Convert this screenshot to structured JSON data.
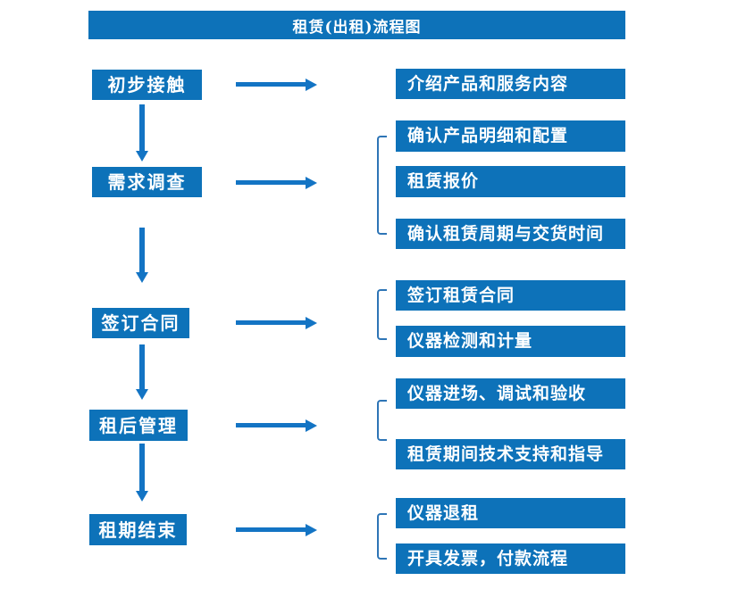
{
  "title": "租赁(出租)流程图",
  "colors": {
    "box_fill": "#0d72b9",
    "arrow": "#1374c4",
    "bracket": "#2e75b6",
    "text": "#ffffff",
    "background": "#ffffff"
  },
  "stages": [
    {
      "label": "初步接触",
      "outputs": [
        "介绍产品和服务内容"
      ]
    },
    {
      "label": "需求调查",
      "outputs": [
        "确认产品明细和配置",
        "租赁报价",
        "确认租赁周期与交货时间"
      ]
    },
    {
      "label": "签订合同",
      "outputs": [
        "签订租赁合同",
        "仪器检测和计量"
      ]
    },
    {
      "label": "租后管理",
      "outputs": [
        "仪器进场、调试和验收",
        "租赁期间技术支持和指导"
      ]
    },
    {
      "label": "租期结束",
      "outputs": [
        "仪器退租",
        "开具发票，付款流程"
      ]
    }
  ]
}
